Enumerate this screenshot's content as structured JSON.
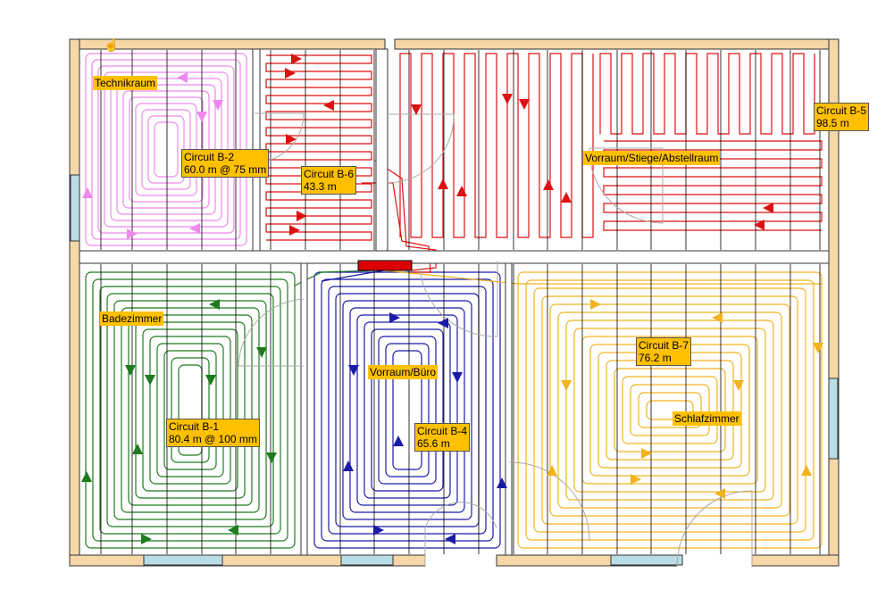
{
  "rooms": [
    {
      "key": "technik",
      "name": "Technikraum"
    },
    {
      "key": "vorraum_stiege",
      "name": "Vorraum/Stiege/Abstellraum"
    },
    {
      "key": "bad",
      "name": "Badezimmer"
    },
    {
      "key": "vorraum_buero",
      "name": "Vorraum/Büro"
    },
    {
      "key": "schlaf",
      "name": "Schlafzimmer"
    }
  ],
  "circuits": [
    {
      "id": "B-1",
      "title": "Circuit B-1",
      "detail": "80.4 m @ 100 mm",
      "color": "#1e7b1e"
    },
    {
      "id": "B-2",
      "title": "Circuit B-2",
      "detail": "60.0 m @ 75 mm",
      "color": "#ee88ee"
    },
    {
      "id": "B-4",
      "title": "Circuit B-4",
      "detail": "65.6 m",
      "color": "#1a1aa8"
    },
    {
      "id": "B-5",
      "title": "Circuit B-5",
      "detail": "98.5 m",
      "color": "#dd1111"
    },
    {
      "id": "B-6",
      "title": "Circuit B-6",
      "detail": "43.3 m",
      "color": "#dd1111"
    },
    {
      "id": "B-7",
      "title": "Circuit B-7",
      "detail": "76.2 m",
      "color": "#f2b320"
    }
  ],
  "colors": {
    "wall": "#f5d7a8",
    "window": "#b9dde4",
    "manifold": "#dd0000",
    "label_bg": "#ffc000",
    "joist": "#000000"
  },
  "icons": {
    "cursor": "hand-cursor-icon"
  }
}
